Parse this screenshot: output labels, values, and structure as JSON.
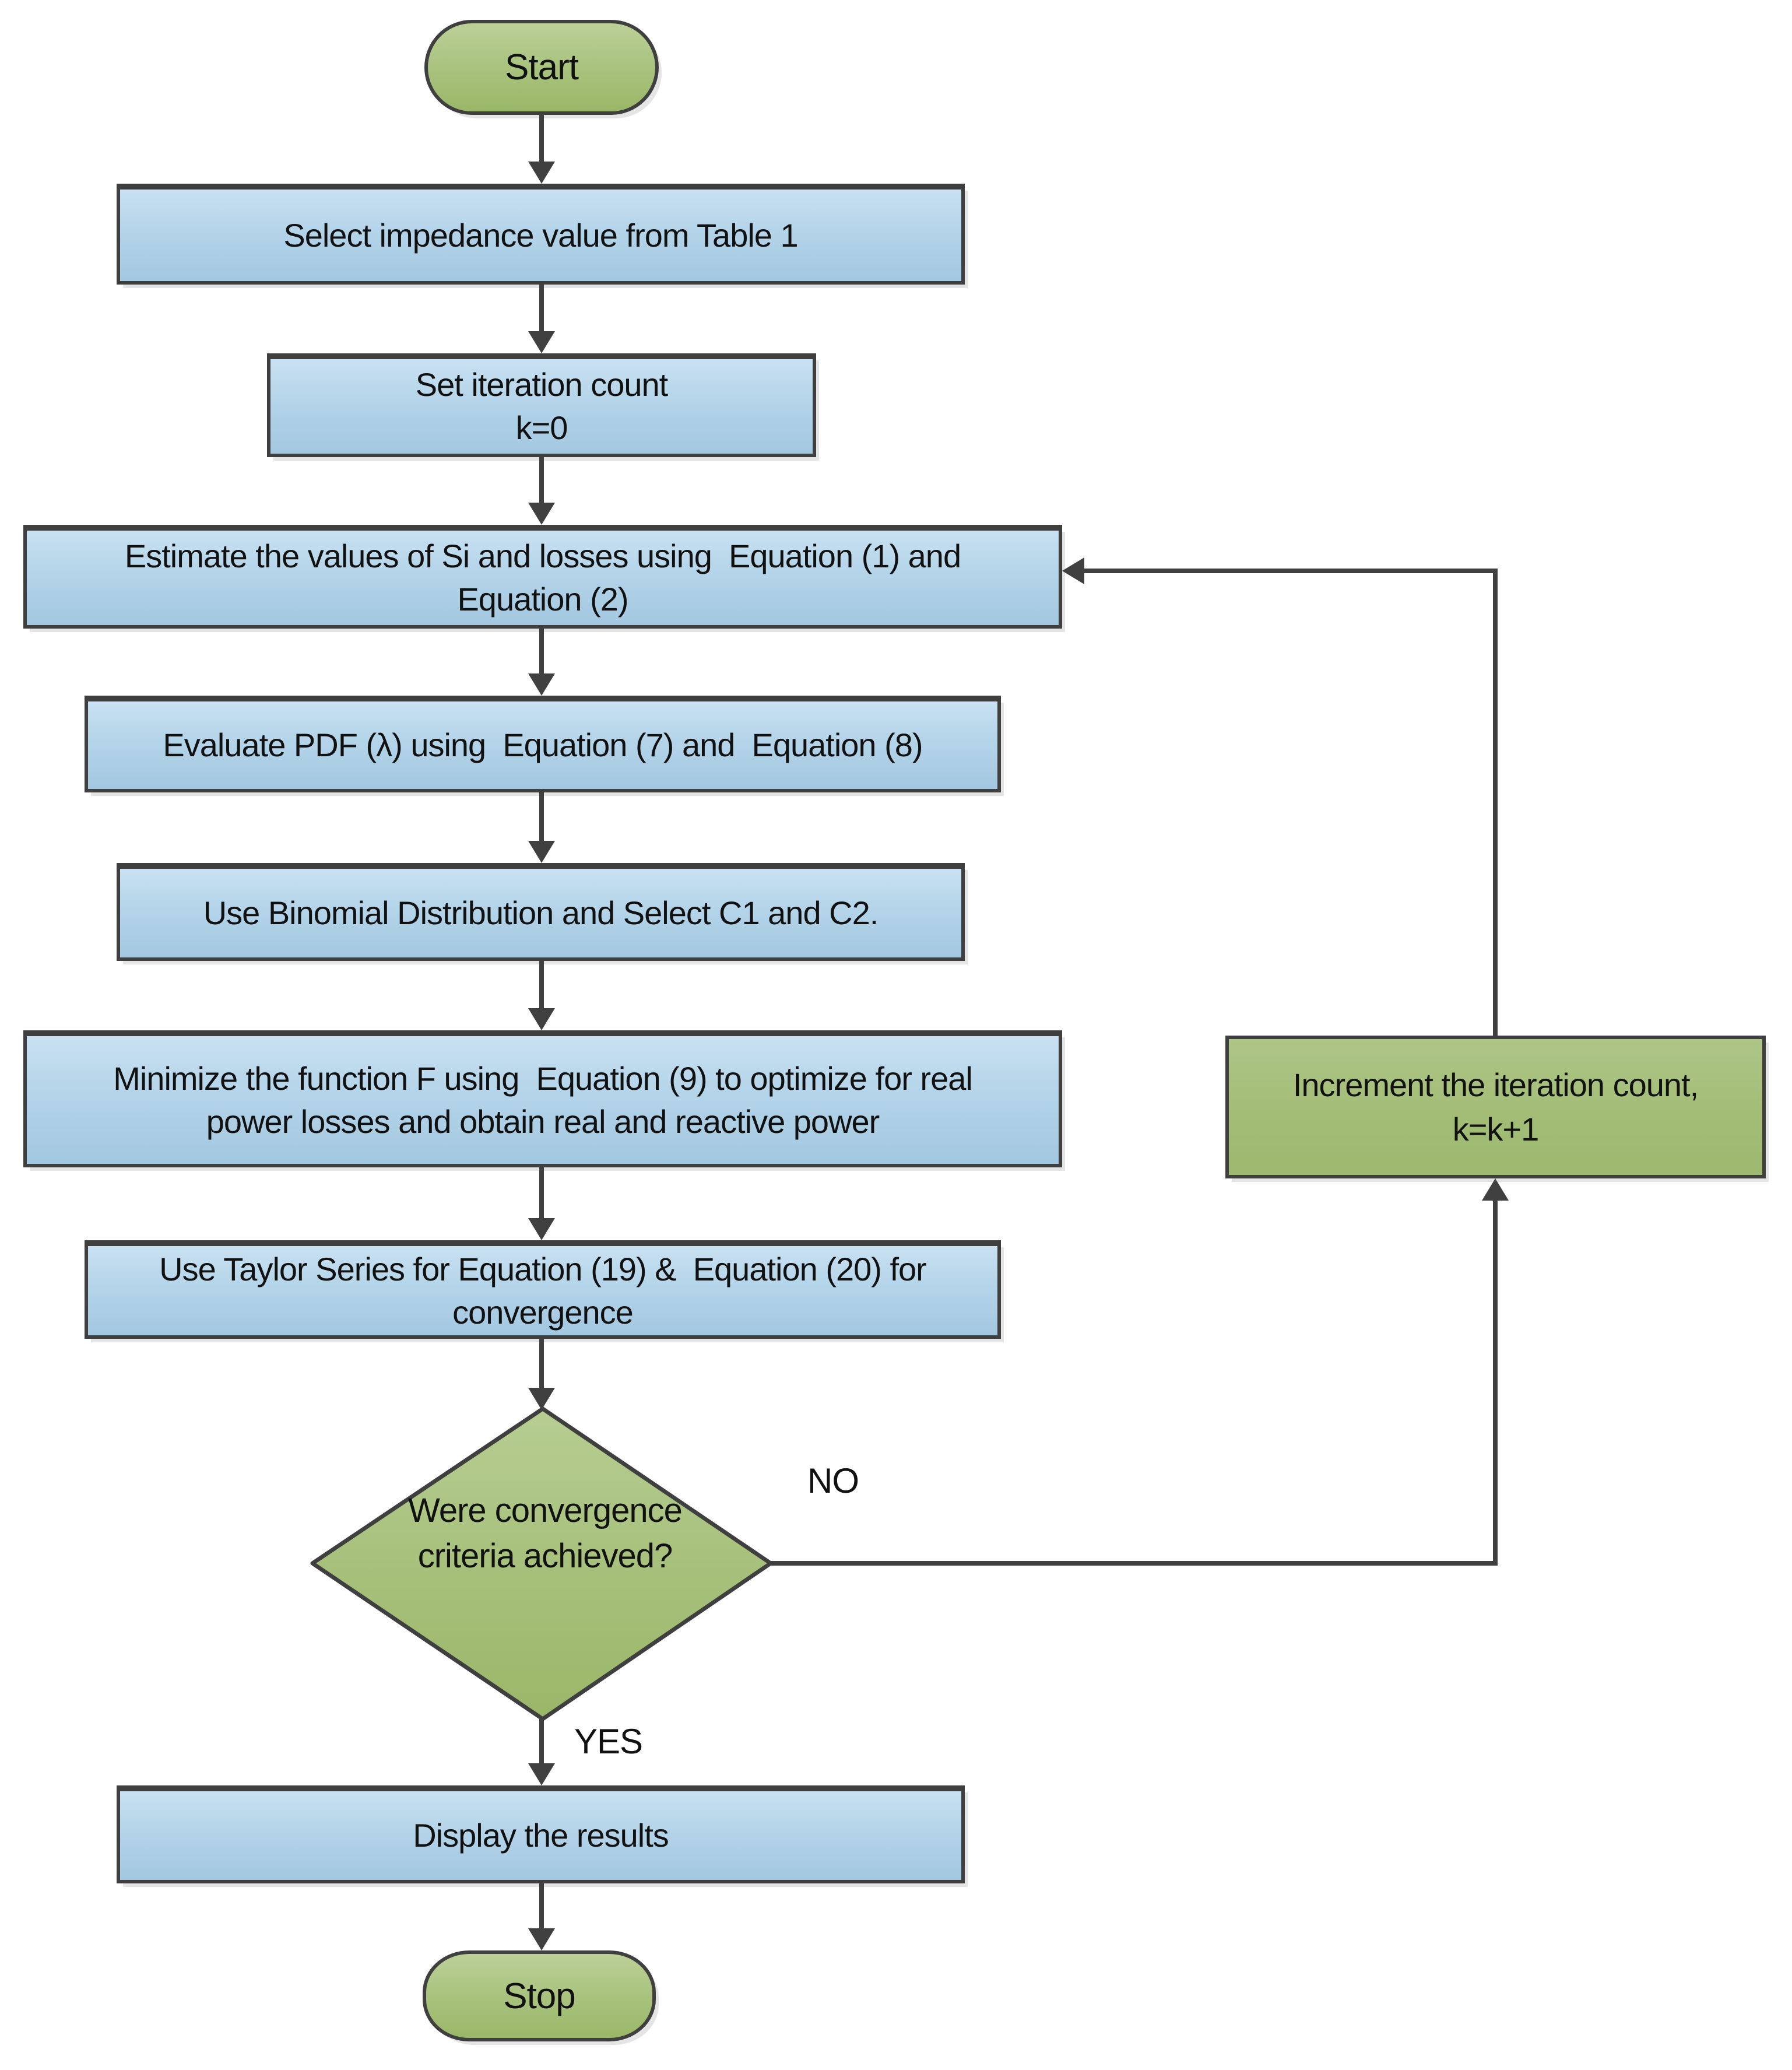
{
  "figure": {
    "type": "flowchart",
    "background": "#ffffff",
    "colors": {
      "process_fill_top": "#c9e1f2",
      "process_fill_bottom": "#a3c8e1",
      "terminal_fill_top": "#bcd098",
      "terminal_fill_bottom": "#9ab768",
      "increment_fill": "#a3bd77",
      "border": "#3f3f3f",
      "connector": "#404040",
      "text": "#111111"
    },
    "nodes": {
      "start": {
        "shape": "terminator",
        "label": "Start"
      },
      "select_impedance": {
        "shape": "process",
        "label": "Select impedance value from Table 1"
      },
      "set_iteration": {
        "shape": "process",
        "line1": "Set iteration count",
        "line2": "k=0"
      },
      "estimate": {
        "shape": "process",
        "line1": "Estimate the values of Si and losses using  Equation (1) and",
        "line2": "Equation (2)"
      },
      "evaluate_pdf": {
        "shape": "process",
        "label": "Evaluate PDF (λ) using  Equation (7) and  Equation (8)"
      },
      "binomial": {
        "shape": "process",
        "label": "Use Binomial Distribution and Select C1 and C2."
      },
      "minimize": {
        "shape": "process",
        "line1": "Minimize the function F using  Equation (9) to optimize for real",
        "line2": "power losses and obtain real and reactive power"
      },
      "taylor": {
        "shape": "process",
        "line1": "Use Taylor Series for Equation (19) &  Equation (20) for",
        "line2": "convergence"
      },
      "decision": {
        "shape": "decision",
        "line1": "Were convergence",
        "line2": "criteria achieved?"
      },
      "increment": {
        "shape": "process",
        "line1": "Increment the iteration count,",
        "line2": "k=k+1"
      },
      "display_results": {
        "shape": "process",
        "label": "Display the results"
      },
      "stop": {
        "shape": "terminator",
        "label": "Stop"
      }
    },
    "edge_labels": {
      "no": "NO",
      "yes": "YES"
    }
  }
}
